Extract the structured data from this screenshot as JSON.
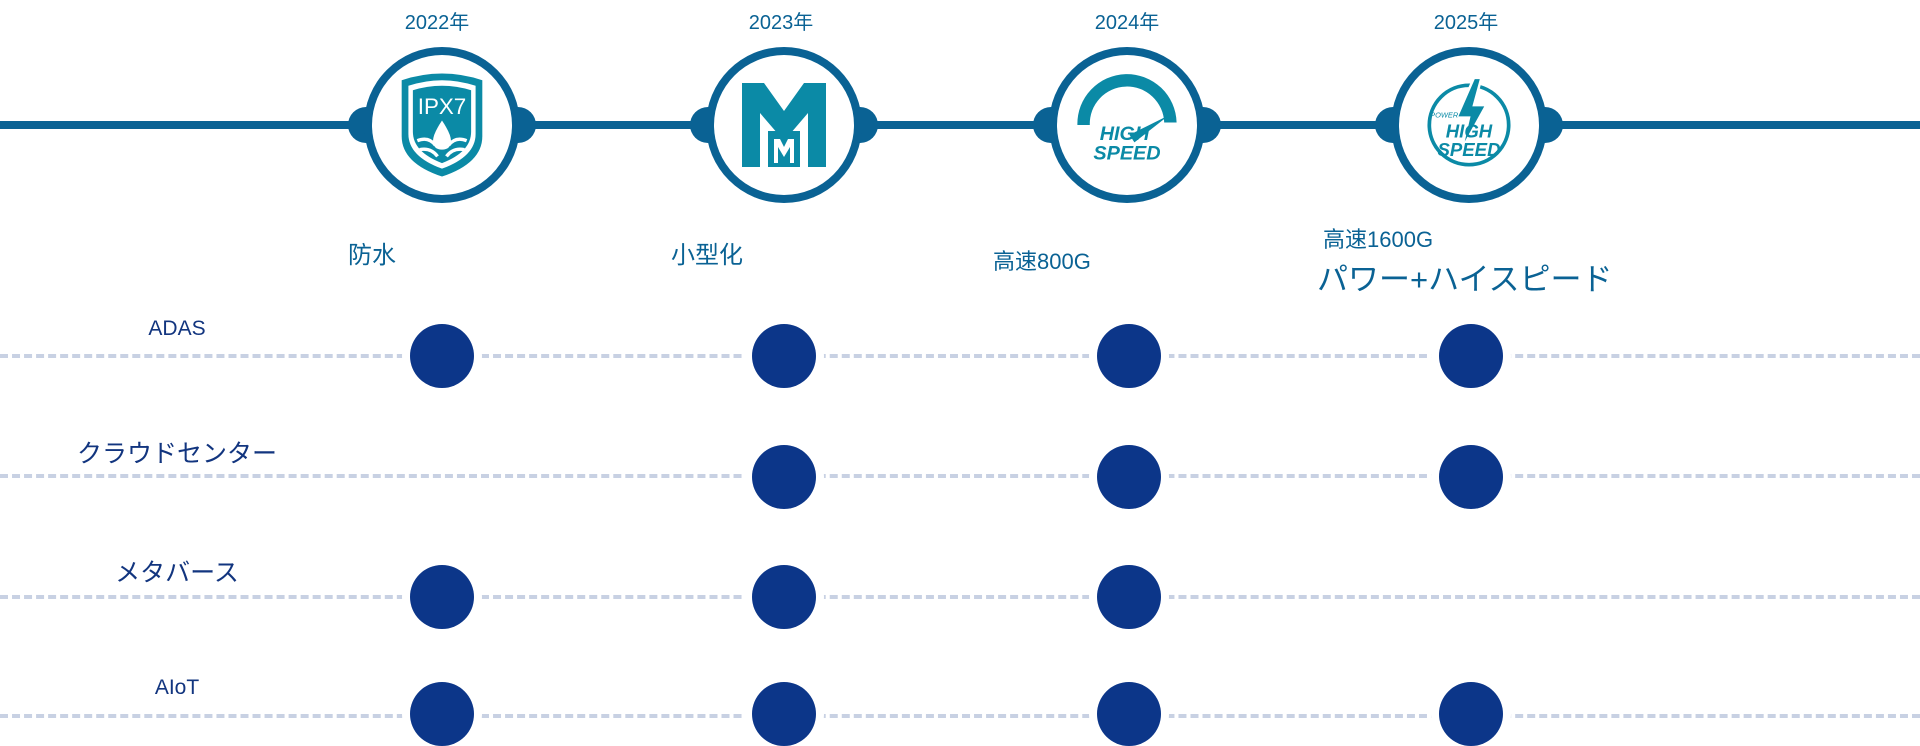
{
  "timeline": {
    "years": [
      "2022年",
      "2023年",
      "2024年",
      "2025年"
    ]
  },
  "features": {
    "waterproof": "防水",
    "miniaturization": "小型化",
    "speed_800g": "高速800G",
    "speed_1600g": "高速1600G",
    "power_high_speed": "パワー+ハイスピード"
  },
  "icons": {
    "ipx7_label": "IPX7",
    "high_label": "HIGH",
    "speed_label": "SPEED",
    "power_label": "POWER",
    "m_label": "M"
  },
  "rows": [
    {
      "label": "ADAS",
      "present": [
        true,
        true,
        true,
        true
      ]
    },
    {
      "label": "クラウドセンター",
      "present": [
        false,
        true,
        true,
        true
      ]
    },
    {
      "label": "メタバース",
      "present": [
        true,
        true,
        true,
        false
      ]
    },
    {
      "label": "AIoT",
      "present": [
        true,
        true,
        true,
        true
      ]
    }
  ],
  "colors": {
    "timeline": "#0a6294",
    "icon_teal": "#0b8aa6",
    "dot": "#0c3689",
    "dash": "#c8d1e3"
  }
}
